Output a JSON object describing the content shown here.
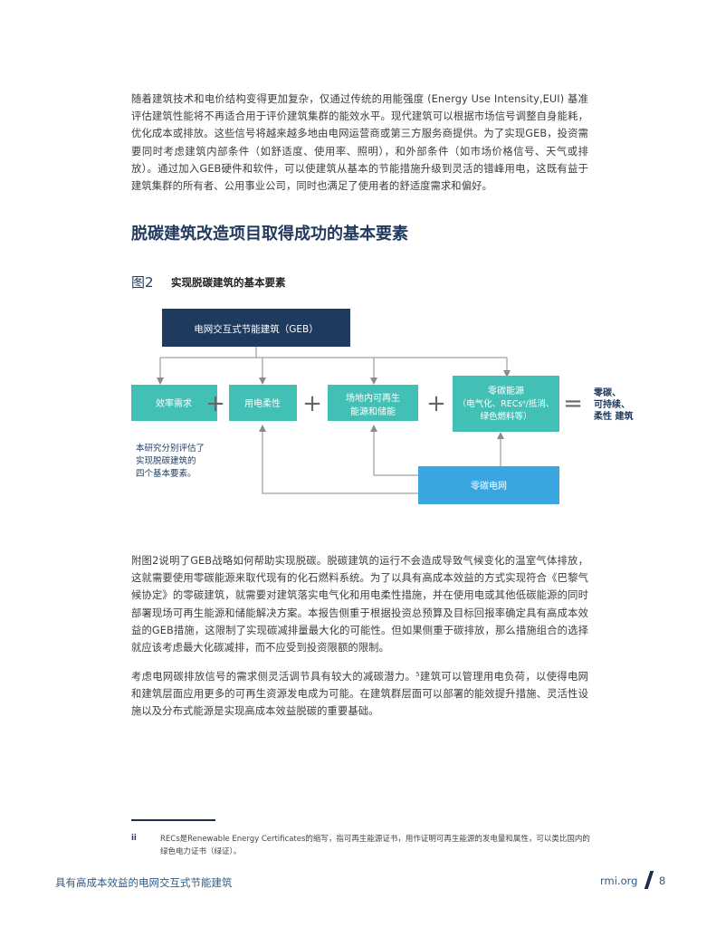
{
  "paragraphs": {
    "p1": "随着建筑技术和电价结构变得更加复杂，仅通过传统的用能强度 (Energy Use Intensity,EUI) 基准评估建筑性能将不再适合用于评价建筑集群的能效水平。现代建筑可以根据市场信号调整自身能耗，优化成本或排放。这些信号将越来越多地由电网运营商或第三方服务商提供。为了实现GEB，投资需要同时考虑建筑内部条件（如舒适度、使用率、照明），和外部条件（如市场价格信号、天气或排放）。通过加入GEB硬件和软件，可以使建筑从基本的节能措施升级到灵活的错峰用电，这既有益于建筑集群的所有者、公用事业公司，同时也满足了使用者的舒适度需求和偏好。",
    "p2": "附图2说明了GEB战略如何帮助实现脱碳。脱碳建筑的运行不会造成导致气候变化的温室气体排放，这就需要使用零碳能源来取代现有的化石燃料系统。为了以具有高成本效益的方式实现符合《巴黎气候协定》的零碳建筑，就需要对建筑落实电气化和用电柔性措施，并在使用电或其他低碳能源的同时部署现场可再生能源和储能解决方案。本报告侧重于根据投资总预算及目标回报率确定具有高成本效益的GEB措施，这限制了实现碳减排量最大化的可能性。但如果侧重于碳排放，那么措施组合的选择就应该考虑最大化碳减排，而不应受到投资限额的限制。",
    "p3": "考虑电网碳排放信号的需求侧灵活调节具有较大的减碳潜力。⁵建筑可以管理用电负荷，以使得电网和建筑层面应用更多的可再生资源发电成为可能。在建筑群层面可以部署的能效提升措施、灵活性设施以及分布式能源是实现高成本效益脱碳的重要基础。"
  },
  "heading": "脱碳建筑改造项目取得成功的基本要素",
  "figure": {
    "label": "图2",
    "title": "实现脱碳建筑的基本要素",
    "top_box": "电网交互式节能建筑（GEB）",
    "box1": "效率需求",
    "box2": "用电柔性",
    "box3_line1": "场地内可再生",
    "box3_line2": "能源和储能",
    "box4_line1": "零碳能源",
    "box4_line2": "（电气化、RECsⁱⁱ/抵消、",
    "box4_line3": "绿色燃料等）",
    "plus": "+",
    "equals": "=",
    "result_line1": "零碳、",
    "result_line2": "可持续、",
    "result_line3": "柔性 建筑",
    "note_line1": "本研究分别评估了",
    "note_line2": "实现脱碳建筑的",
    "note_line3": "四个基本要素。",
    "grid_box": "零碳电网",
    "colors": {
      "navy": "#1e3a5f",
      "teal": "#42c0b6",
      "blue": "#39a6df"
    }
  },
  "footnote": {
    "mark": "ii",
    "text": "RECs是Renewable Energy Certificates的缩写，指可再生能源证书，用作证明可再生能源的发电量和属性，可以类比国内的绿色电力证书（绿证）。"
  },
  "footer": {
    "left": "具有高成本效益的电网交互式节能建筑",
    "site": "rmi.org",
    "page": "8"
  }
}
